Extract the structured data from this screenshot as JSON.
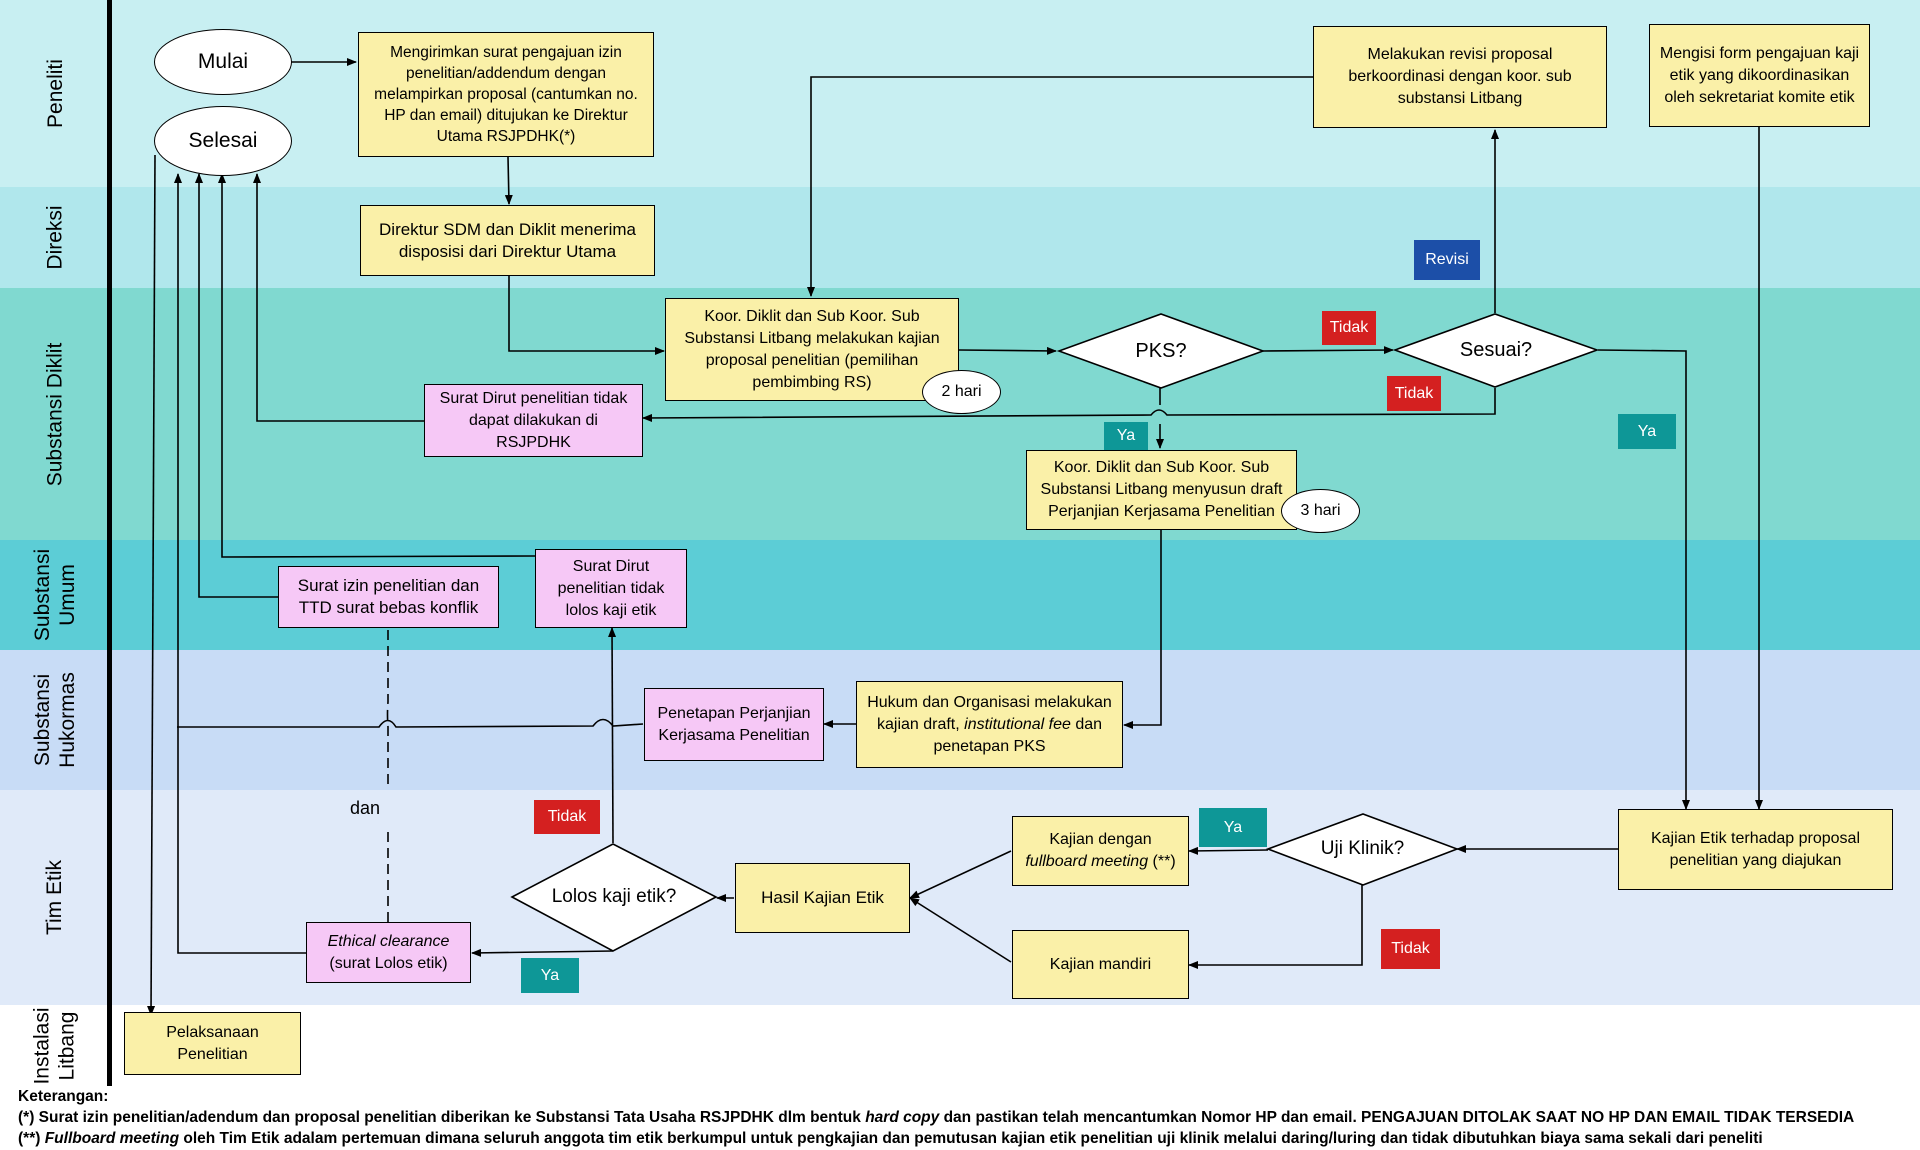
{
  "lanes": [
    {
      "label": "Peneliti",
      "color": "#c8eff2"
    },
    {
      "label": "Direksi",
      "color": "#b0e7ec"
    },
    {
      "label": "Substansi Diklit",
      "color": "#80d9d0"
    },
    {
      "label": "Substansi\nUmum",
      "color": "#5ccdd6"
    },
    {
      "label": "Substansi\nHukormas",
      "color": "#c8dcf6"
    },
    {
      "label": "Tim Etik",
      "color": "#e0eaf9"
    },
    {
      "label": "Instalasi\nLitbang",
      "color": "#ffffff"
    }
  ],
  "terminals": {
    "start": "Mulai",
    "end": "Selesai"
  },
  "nodes": {
    "kirim_surat": "Mengirimkan surat pengajuan izin penelitian/addendum dengan melampirkan proposal (cantumkan no. HP dan email) ditujukan ke Direktur Utama RSJPDHK(*)",
    "revisi_proposal": "Melakukan revisi proposal berkoordinasi dengan koor. sub substansi Litbang",
    "form_etik": "Mengisi form pengajuan kaji etik yang dikoordinasikan oleh sekretariat komite etik",
    "direktur_sdm": "Direktur SDM dan Diklit menerima disposisi dari Direktur Utama",
    "kajian_proposal": "Koor. Diklit dan Sub Koor. Sub Substansi Litbang melakukan kajian proposal penelitian (pemilihan pembimbing RS)",
    "surat_tidak_dapat": "Surat Dirut penelitian tidak dapat dilakukan di RSJPDHK",
    "draft_pks": "Koor. Diklit dan Sub Koor. Sub Substansi Litbang menyusun draft Perjanjian Kerjasama Penelitian",
    "surat_izin": "Surat izin penelitian dan TTD surat bebas konflik",
    "surat_tidak_lolos": "Surat Dirut penelitian tidak lolos kaji etik",
    "penetapan_pks": "Penetapan Perjanjian Kerjasama Penelitian",
    "hukum_line1": "Hukum dan Organisasi melakukan",
    "hukum_line2a": "kajian draft, ",
    "hukum_line2b": "institutional fee",
    "hukum_line2c": " dan",
    "hukum_line3": "penetapan PKS",
    "fullboard_line1": "Kajian dengan",
    "fullboard_line2a": "fullboard meeting",
    "fullboard_line2b": " (**)",
    "kajian_mandiri": "Kajian mandiri",
    "kajian_etik": "Kajian Etik terhadap proposal penelitian yang diajukan",
    "hasil_kajian": "Hasil Kajian Etik",
    "ethical_line1": "Ethical clearance",
    "ethical_line2": "(surat Lolos etik)",
    "pelaksanaan": "Pelaksanaan Penelitian"
  },
  "decisions": {
    "pks": "PKS?",
    "sesuai": "Sesuai?",
    "uji_klinik": "Uji Klinik?",
    "lolos": "Lolos kaji etik?"
  },
  "durations": {
    "d2": "2 hari",
    "d3": "3 hari"
  },
  "labels": {
    "revisi": "Revisi",
    "tidak_pks": "Tidak",
    "tidak_sesuai": "Tidak",
    "ya_pks": "Ya",
    "ya_sesuai": "Ya",
    "ya_uji": "Ya",
    "tidak_uji": "Tidak",
    "tidak_lolos": "Tidak",
    "ya_lolos": "Ya",
    "dan": "dan"
  },
  "notes": {
    "title": "Keterangan:",
    "n1_a": "(*)  Surat izin penelitian/adendum dan proposal penelitian diberikan ke Substansi Tata Usaha RSJPDHK dlm bentuk ",
    "n1_b": "hard copy",
    "n1_c": " dan pastikan telah mencantumkan Nomor HP dan email. PENGAJUAN DITOLAK SAAT NO HP DAN EMAIL TIDAK TERSEDIA",
    "n2_a": "(**) ",
    "n2_b": "Fullboard meeting",
    "n2_c": " oleh Tim Etik adalam pertemuan dimana seluruh anggota tim etik berkumpul untuk pengkajian dan pemutusan kajian etik penelitian uji klinik melalui daring/luring dan tidak dibutuhkan biaya sama sekali dari peneliti"
  },
  "colors": {
    "task": "#faf0a8",
    "letter": "#f6c8f6",
    "no": "#d42020",
    "yes": "#0e9797",
    "revise": "#1c4fa8"
  }
}
